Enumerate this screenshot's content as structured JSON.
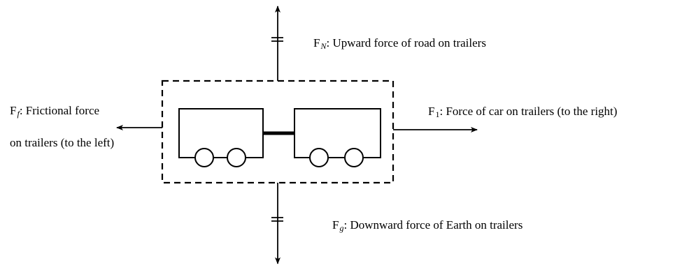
{
  "diagram": {
    "forces": {
      "normal": {
        "symbol": "F",
        "subscript": "N",
        "text": ": Upward force of road on trailers"
      },
      "gravity": {
        "symbol": "F",
        "subscript": "g",
        "text": ": Downward force of Earth on trailers"
      },
      "friction": {
        "symbol": "F",
        "subscript": "f",
        "line1": ": Frictional force",
        "line2": "on trailers (to the left)"
      },
      "applied": {
        "symbol": "F",
        "subscript": "1",
        "text": ": Force of car on trailers (to the right)"
      }
    }
  }
}
